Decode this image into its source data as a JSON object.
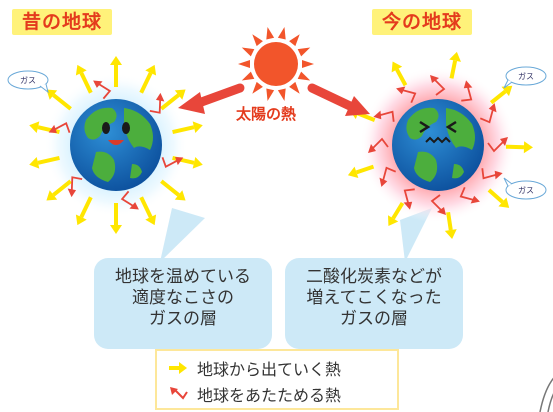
{
  "titles": {
    "past": "昔の地球",
    "present": "今の地球"
  },
  "sun": {
    "label": "太陽の熱"
  },
  "gas_labels": [
    "ガス",
    "ガス",
    "ガス"
  ],
  "captions": {
    "past": [
      "地球を温めている",
      "適度なこさの",
      "ガスの層"
    ],
    "present": [
      "二酸化炭素などが",
      "増えてこくなった",
      "ガスの層"
    ]
  },
  "legend": {
    "outgoing_heat": "地球から出ていく熱",
    "trapped_heat": "地球をあたためる熱"
  },
  "colors": {
    "title_text": "#e43b1d",
    "title_bg": "#fff27a",
    "outgoing_arrow": "#ffe600",
    "trapped_arrow": "#e8463a",
    "sun": "#f2552b",
    "caption_bg": "#cde9f7"
  }
}
